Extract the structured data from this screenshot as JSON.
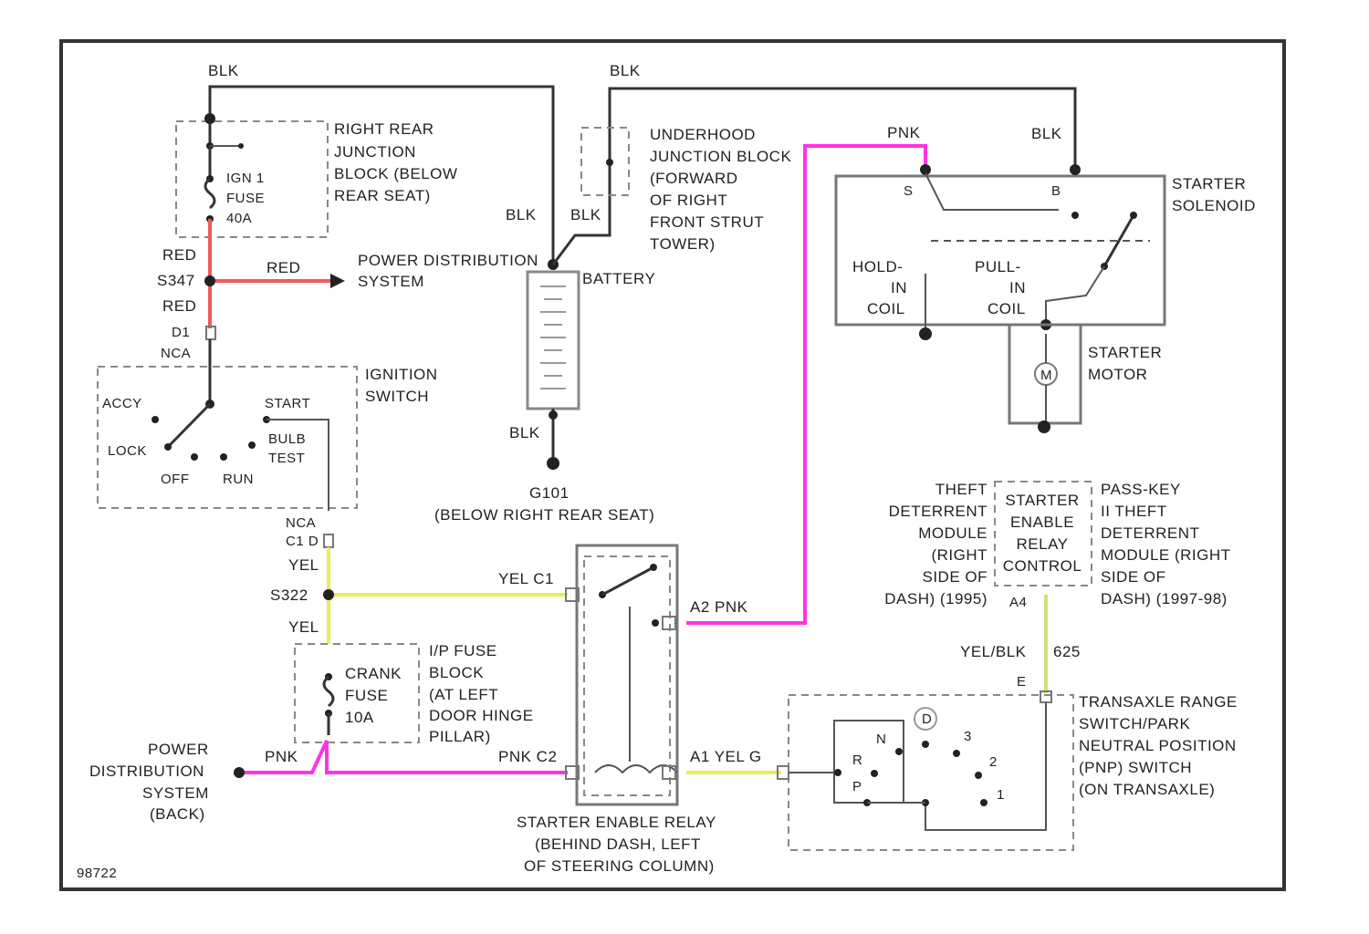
{
  "colors": {
    "frame": "#333333",
    "wire_blk": "#333333",
    "wire_red": "#ef5a5a",
    "wire_pnk": "#ff33e6",
    "wire_yel": "#ecec55",
    "wire_yelblk": "#cfe07a"
  },
  "labels": {
    "blk_left": "BLK",
    "blk_mid": "BLK",
    "blk_batt_a": "BLK",
    "blk_batt_b": "BLK",
    "blk_right": "BLK",
    "blk_ground": "BLK",
    "pnk_top": "PNK",
    "jb_rear": [
      "RIGHT REAR",
      "JUNCTION",
      "BLOCK (BELOW",
      "REAR SEAT)"
    ],
    "ign_fuse": [
      "IGN 1",
      "FUSE",
      "40A"
    ],
    "red_a": "RED",
    "s347": "S347",
    "red_b": "RED",
    "red_c": "RED",
    "c_d1": "D1",
    "nca": "NCA",
    "pds_1": [
      "POWER DISTRIBUTION",
      "SYSTEM"
    ],
    "battery": "BATTERY",
    "ujb": [
      "UNDERHOOD",
      "JUNCTION BLOCK",
      "(FORWARD",
      "OF RIGHT",
      "FRONT STRUT",
      "TOWER)"
    ],
    "g101": [
      "G101",
      "(BELOW RIGHT REAR SEAT)"
    ],
    "ign_switch": [
      "IGNITION",
      "SWITCH"
    ],
    "accy": "ACCY",
    "start": "START",
    "lock": "LOCK",
    "bulb_test": [
      "BULB",
      "TEST"
    ],
    "off": "OFF",
    "run": "RUN",
    "nca_c": "NCA",
    "c1_d": "C1 D",
    "yel_1": "YEL",
    "s322": "S322",
    "yel_2": "YEL",
    "yel_c1": "YEL  C1",
    "cranks": [
      "CRANK",
      "FUSE",
      "10A"
    ],
    "ip_fuse": [
      "I/P FUSE",
      "BLOCK",
      "(AT LEFT",
      "DOOR HINGE",
      "PILLAR)"
    ],
    "pds_2": [
      "POWER",
      "DISTRIBUTION",
      "SYSTEM",
      "(BACK)"
    ],
    "pnk_left": "PNK",
    "pnk_c2": "PNK  C2",
    "a2_pnk": "A2  PNK",
    "a1_yel": "A1  YEL  G",
    "relay_caption": [
      "STARTER ENABLE RELAY",
      "(BEHIND DASH, LEFT",
      "OF STEERING COLUMN)"
    ],
    "solenoid": [
      "STARTER",
      "SOLENOID"
    ],
    "hold_in": [
      "HOLD-",
      "IN",
      "COIL"
    ],
    "pull_in": [
      "PULL-",
      "IN",
      "COIL"
    ],
    "sol_s": "S",
    "sol_b": "B",
    "motor": [
      "STARTER",
      "MOTOR"
    ],
    "motor_m": "M",
    "theft_left": [
      "THEFT",
      "DETERRENT",
      "MODULE",
      "(RIGHT",
      "SIDE OF",
      "DASH) (1995)"
    ],
    "theft_mid": [
      "STARTER",
      "ENABLE",
      "RELAY",
      "CONTROL"
    ],
    "theft_right": [
      "PASS-KEY",
      "II THEFT",
      "DETERRENT",
      "MODULE (RIGHT",
      "SIDE OF",
      "DASH) (1997-98)"
    ],
    "a4": "A4",
    "yelblk": "YEL/BLK",
    "c_625": "625",
    "c_e": "E",
    "trans_range": [
      "TRANSAXLE RANGE",
      "SWITCH/PARK",
      "NEUTRAL POSITION",
      "(PNP) SWITCH",
      "(ON TRANSAXLE)"
    ],
    "pnp_p": "P",
    "pnp_r": "R",
    "pnp_n": "N",
    "pnp_d": "D",
    "pnp_3": "3",
    "pnp_2": "2",
    "pnp_1": "1",
    "figure_id": "98722"
  }
}
